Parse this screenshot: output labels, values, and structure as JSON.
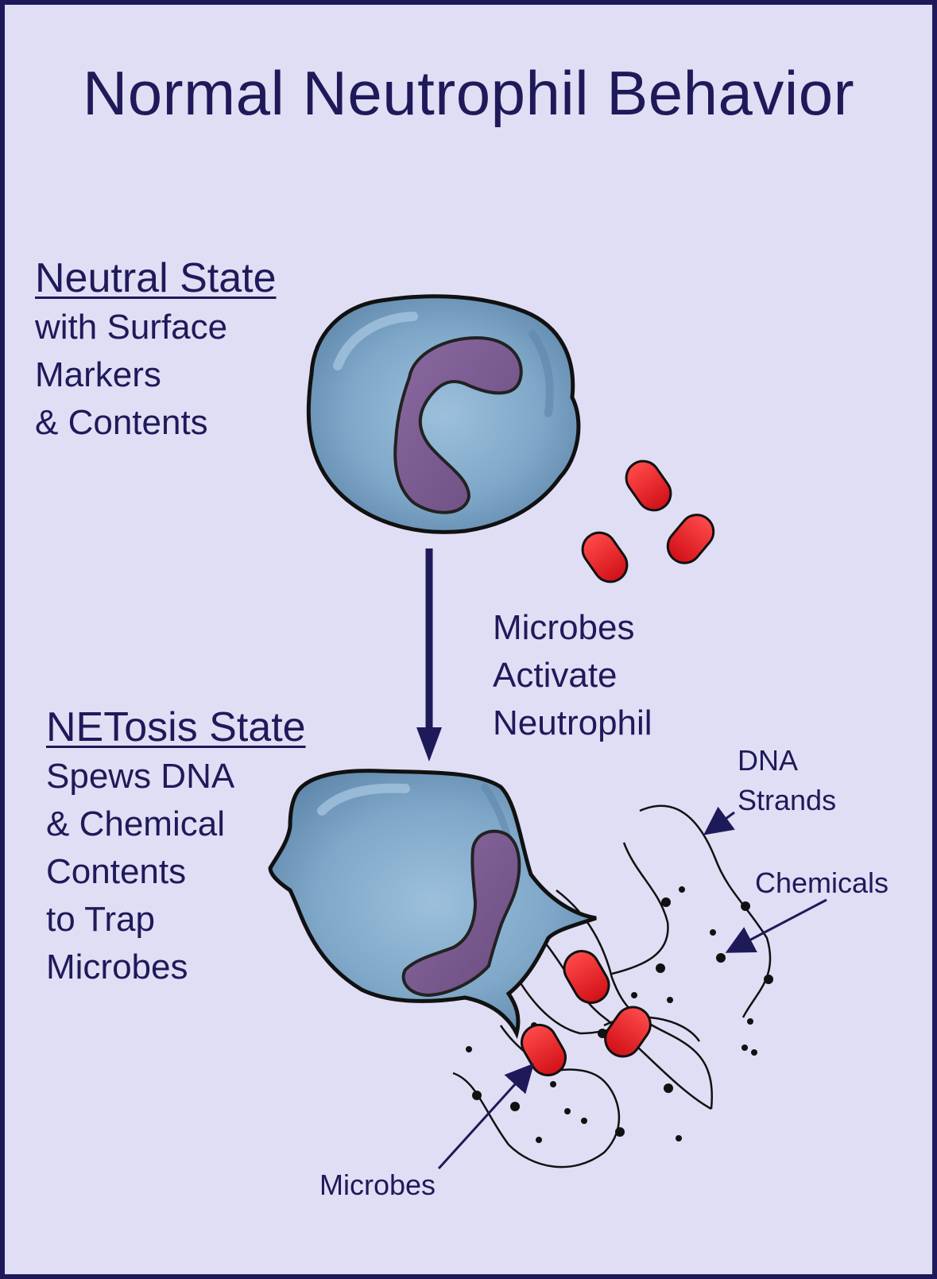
{
  "title": "Normal Neutrophil Behavior",
  "neutral": {
    "heading": "Neutral State",
    "lines": [
      "with Surface",
      "Markers",
      "& Contents"
    ]
  },
  "netosis": {
    "heading": "NETosis State",
    "lines": [
      "Spews DNA",
      "& Chemical",
      "Contents",
      "to Trap",
      "Microbes"
    ]
  },
  "transition": {
    "lines": [
      "Microbes",
      "Activate",
      "Neutrophil"
    ]
  },
  "labels": {
    "dna_line1": "DNA",
    "dna_line2": "Strands",
    "chemicals": "Chemicals",
    "microbes": "Microbes"
  },
  "colors": {
    "background": "#e0def4",
    "border": "#1e1a5a",
    "text": "#1e1a5a",
    "cell": "#7fa7c8",
    "nucleus": "#7a5b8f",
    "microbe": "#e01e25"
  }
}
